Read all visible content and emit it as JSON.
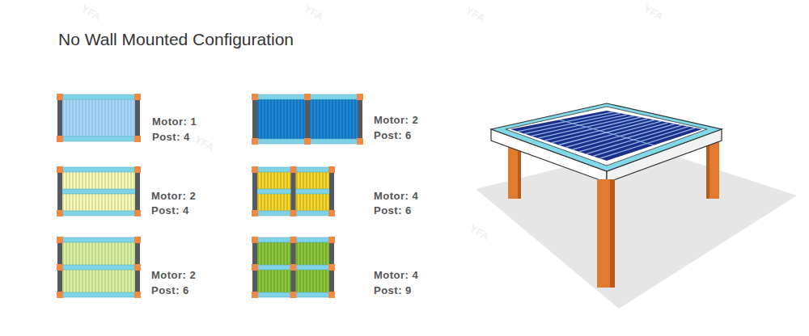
{
  "diagram": {
    "title": "No Wall Mounted Configuration",
    "labels": [
      "Motor: 1",
      "Post: 4",
      "Motor: 2",
      "Post: 6",
      "Motor: 2",
      "Post: 4",
      "Motor: 4",
      "Post: 6",
      "Motor: 2",
      "Post: 6",
      "Motor: 4",
      "Post: 9",
      "YFA",
      "YFA",
      "YFA",
      "YFA",
      "YFA",
      "YFA"
    ]
  }
}
